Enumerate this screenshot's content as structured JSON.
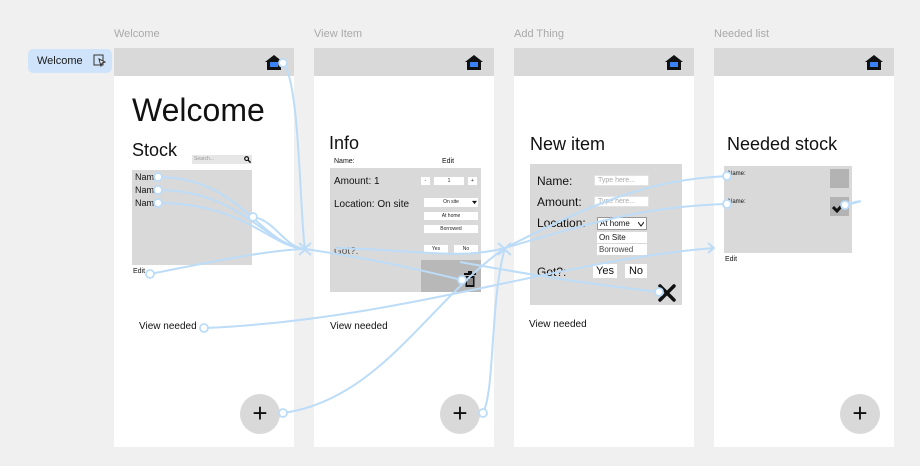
{
  "flow_tag": {
    "label": "Welcome",
    "icon": "play-flow-icon"
  },
  "frames": {
    "welcome": {
      "label": "Welcome",
      "heading": "Welcome",
      "stock": "Stock",
      "search_placeholder": "Search...",
      "rows": [
        "Name",
        "Name",
        "Name"
      ],
      "edit": "Edit",
      "view_needed": "View needed",
      "add": "+"
    },
    "view_item": {
      "label": "View Item",
      "heading": "Info",
      "name": "Name:",
      "edit": "Edit",
      "amount": "Amount: 1",
      "location": "Location: On site",
      "got": "Got?:",
      "stepper_minus": "-",
      "stepper_value": "1",
      "stepper_plus": "+",
      "loc_select": "On site",
      "loc_options": [
        "At home",
        "Borrowed"
      ],
      "yes": "Yes",
      "no": "No",
      "view_needed": "View needed",
      "add": "+"
    },
    "add_thing": {
      "label": "Add Thing",
      "heading": "New item",
      "name": "Name:",
      "amount": "Amount:",
      "location": "Location:",
      "got": "Got?:",
      "name_placeholder": "Type here...",
      "amount_placeholder": "Type here...",
      "loc_select": "At home",
      "loc_options": [
        "On Site",
        "Borrowed"
      ],
      "yes": "Yes",
      "no": "No",
      "view_needed": "View needed"
    },
    "needed_list": {
      "label": "Needed list",
      "heading": "Needed stock",
      "rows": [
        "Name:",
        "Name:"
      ],
      "edit": "Edit",
      "add": "+"
    }
  },
  "colors": {
    "canvas": "#f0f0f0",
    "frame": "#ffffff",
    "gray": "#d9d9d9",
    "wire": "#bcdcf8",
    "tag": "#cfe4fb",
    "home_accent": "#3b82f6"
  }
}
